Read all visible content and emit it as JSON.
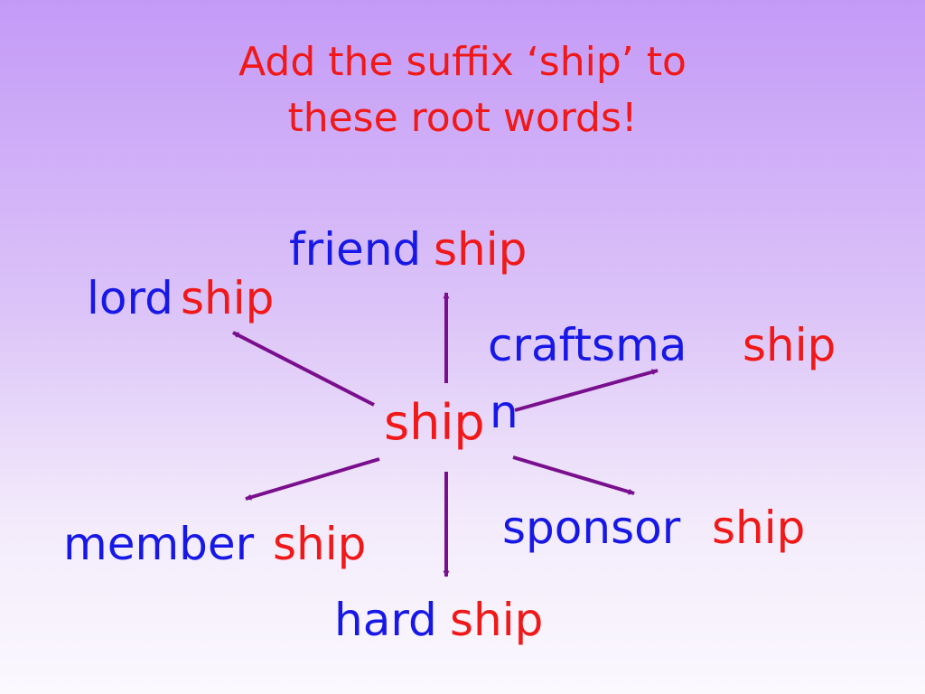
{
  "slide": {
    "title_line1": "Add the suffix ‘ship’ to",
    "title_line2": "these root words!",
    "center_label": "ship",
    "words": {
      "friend": {
        "root": "friend",
        "suffix": "ship"
      },
      "lord": {
        "root": "lord",
        "suffix": "ship"
      },
      "craftsman": {
        "root": "craftsma",
        "root_overflow": "n",
        "suffix": "ship"
      },
      "member": {
        "root": "member",
        "suffix": "ship"
      },
      "sponsor": {
        "root": "sponsor",
        "suffix": "ship"
      },
      "hard": {
        "root": "hard",
        "suffix": "ship"
      }
    },
    "colors": {
      "title": "#f01818",
      "root_text": "#1818e6",
      "suffix_text": "#f01818",
      "arrow": "#7a0f8e",
      "background_top": "#c49af7",
      "background_bottom": "#fbf8fe"
    }
  }
}
